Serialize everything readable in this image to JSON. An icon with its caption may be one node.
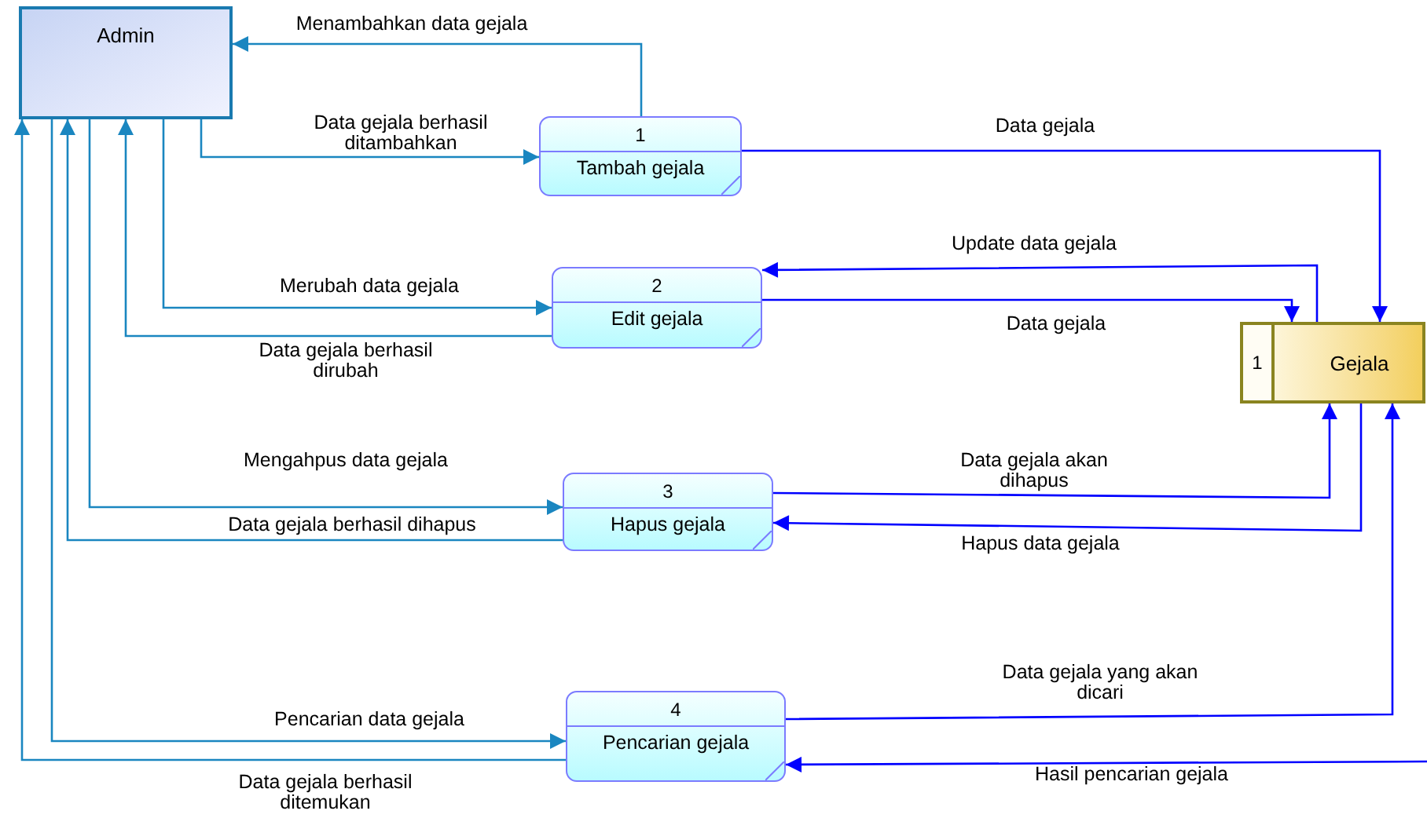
{
  "diagram": {
    "nodes": [
      {
        "text": [
          "Admin"
        ]
      },
      {
        "text": [
          "1",
          "Tambah gejala"
        ]
      },
      {
        "text": [
          "2",
          "Edit gejala"
        ]
      },
      {
        "text": [
          "3",
          "Hapus gejala"
        ]
      },
      {
        "text": [
          "4",
          "Pencarian gejala"
        ]
      },
      {
        "text": [
          "1",
          "Gejala"
        ]
      }
    ],
    "edges": [
      {
        "from": 1,
        "to": 0,
        "arrow": "to",
        "label": "Menambahkan data gejala"
      },
      {
        "from": 0,
        "to": 1,
        "arrow": "to",
        "label": "Data gejala berhasil ditambahkan"
      },
      {
        "from": 1,
        "to": 5,
        "arrow": "to",
        "label": "Data gejala",
        "color": "#0000ff"
      },
      {
        "from": 5,
        "to": 2,
        "arrow": "to",
        "label": "Update data gejala",
        "color": "#0000ff"
      },
      {
        "from": 2,
        "to": 5,
        "arrow": "to",
        "label": "Data gejala",
        "color": "#0000ff"
      },
      {
        "from": 0,
        "to": 2,
        "arrow": "to",
        "label": "Merubah data gejala"
      },
      {
        "from": 2,
        "to": 0,
        "arrow": "to",
        "label": "Data gejala berhasil dirubah"
      },
      {
        "from": 0,
        "to": 3,
        "arrow": "to",
        "label": "Mengahpus data gejala"
      },
      {
        "from": 3,
        "to": 0,
        "arrow": "to",
        "label": "Data gejala berhasil dihapus"
      },
      {
        "from": 3,
        "to": 5,
        "arrow": "to",
        "label": "Data gejala akan dihapus",
        "color": "#0000ff"
      },
      {
        "from": 5,
        "to": 3,
        "arrow": "to",
        "label": "Hapus data gejala",
        "color": "#0000ff"
      },
      {
        "from": 0,
        "to": 4,
        "arrow": "to",
        "label": "Pencarian data gejala"
      },
      {
        "from": 4,
        "to": 0,
        "arrow": "to",
        "label": "Data gejala berhasil ditemukan"
      },
      {
        "from": 4,
        "to": 5,
        "arrow": "to",
        "label": "Data gejala yang akan dicari",
        "color": "#0000ff"
      },
      {
        "from": null,
        "to": 4,
        "arrow": "to",
        "label": "Hasil pencarian gejala",
        "color": "#0000ff"
      }
    ]
  }
}
